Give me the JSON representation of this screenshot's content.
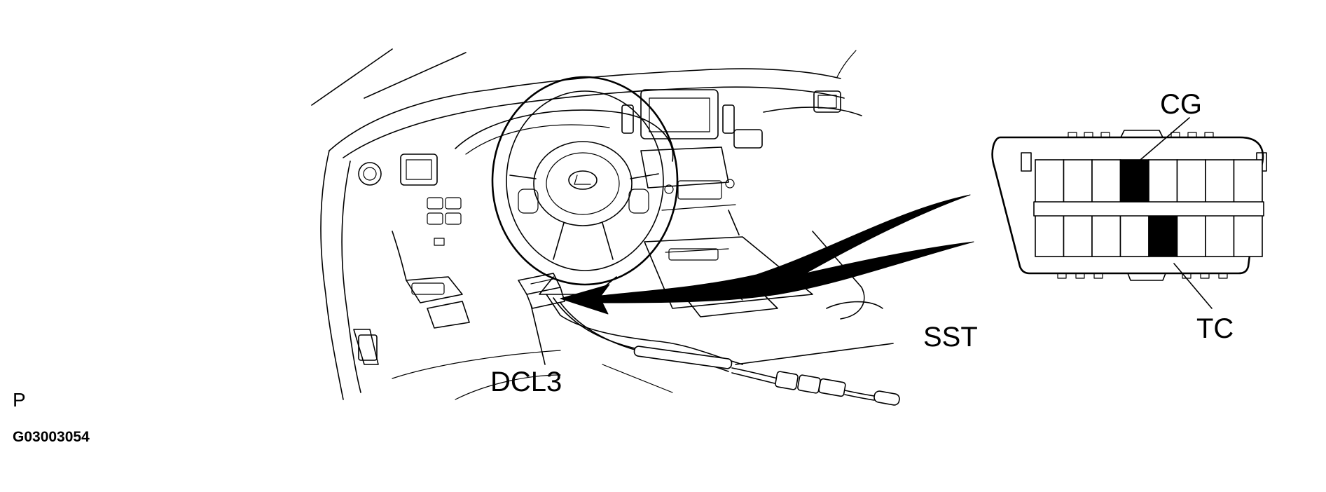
{
  "figure": {
    "page_marker": "P",
    "figure_code": "G03003054"
  },
  "callouts": {
    "cg": "CG",
    "tc": "TC",
    "sst": "SST",
    "dcl3": "DCL3"
  },
  "connector": {
    "pins_per_row": 8,
    "cg_pin": {
      "row": "top",
      "position": 4
    },
    "tc_pin": {
      "row": "bottom",
      "position": 5
    }
  },
  "colors": {
    "line": "#000000",
    "background": "#ffffff"
  }
}
